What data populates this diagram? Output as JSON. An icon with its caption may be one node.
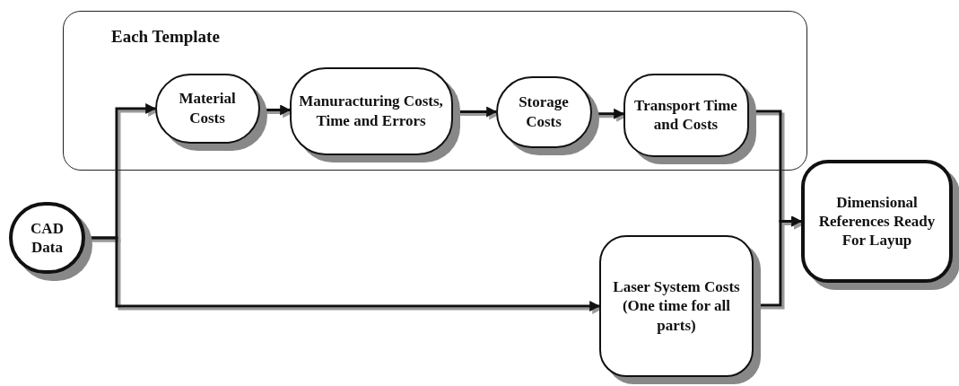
{
  "diagram": {
    "nodes": [
      {
        "text": [
          "Each Template"
        ]
      },
      {
        "text": [
          "Material Costs"
        ],
        "in": 0
      },
      {
        "text": [
          "Manuracturing Costs, Time and Errors"
        ],
        "in": 0
      },
      {
        "text": [
          "Storage Costs"
        ],
        "in": 0
      },
      {
        "text": [
          "Transport Time and Costs"
        ],
        "in": 0
      },
      {
        "text": [
          "CAD Data"
        ]
      },
      {
        "text": [
          "Laser System Costs (One time for all parts)"
        ]
      },
      {
        "text": [
          "Dimensional References Ready For Layup"
        ]
      }
    ],
    "edges": [
      {
        "from": 5,
        "to": 1,
        "arrow": "to"
      },
      {
        "from": 1,
        "to": 2,
        "arrow": "to"
      },
      {
        "from": 2,
        "to": 3,
        "arrow": "to"
      },
      {
        "from": 3,
        "to": 4,
        "arrow": "to"
      },
      {
        "from": 4,
        "to": 7,
        "arrow": "to"
      },
      {
        "from": 5,
        "to": 6,
        "arrow": "to"
      },
      {
        "from": 6,
        "to": 7,
        "arrow": "to"
      }
    ]
  }
}
